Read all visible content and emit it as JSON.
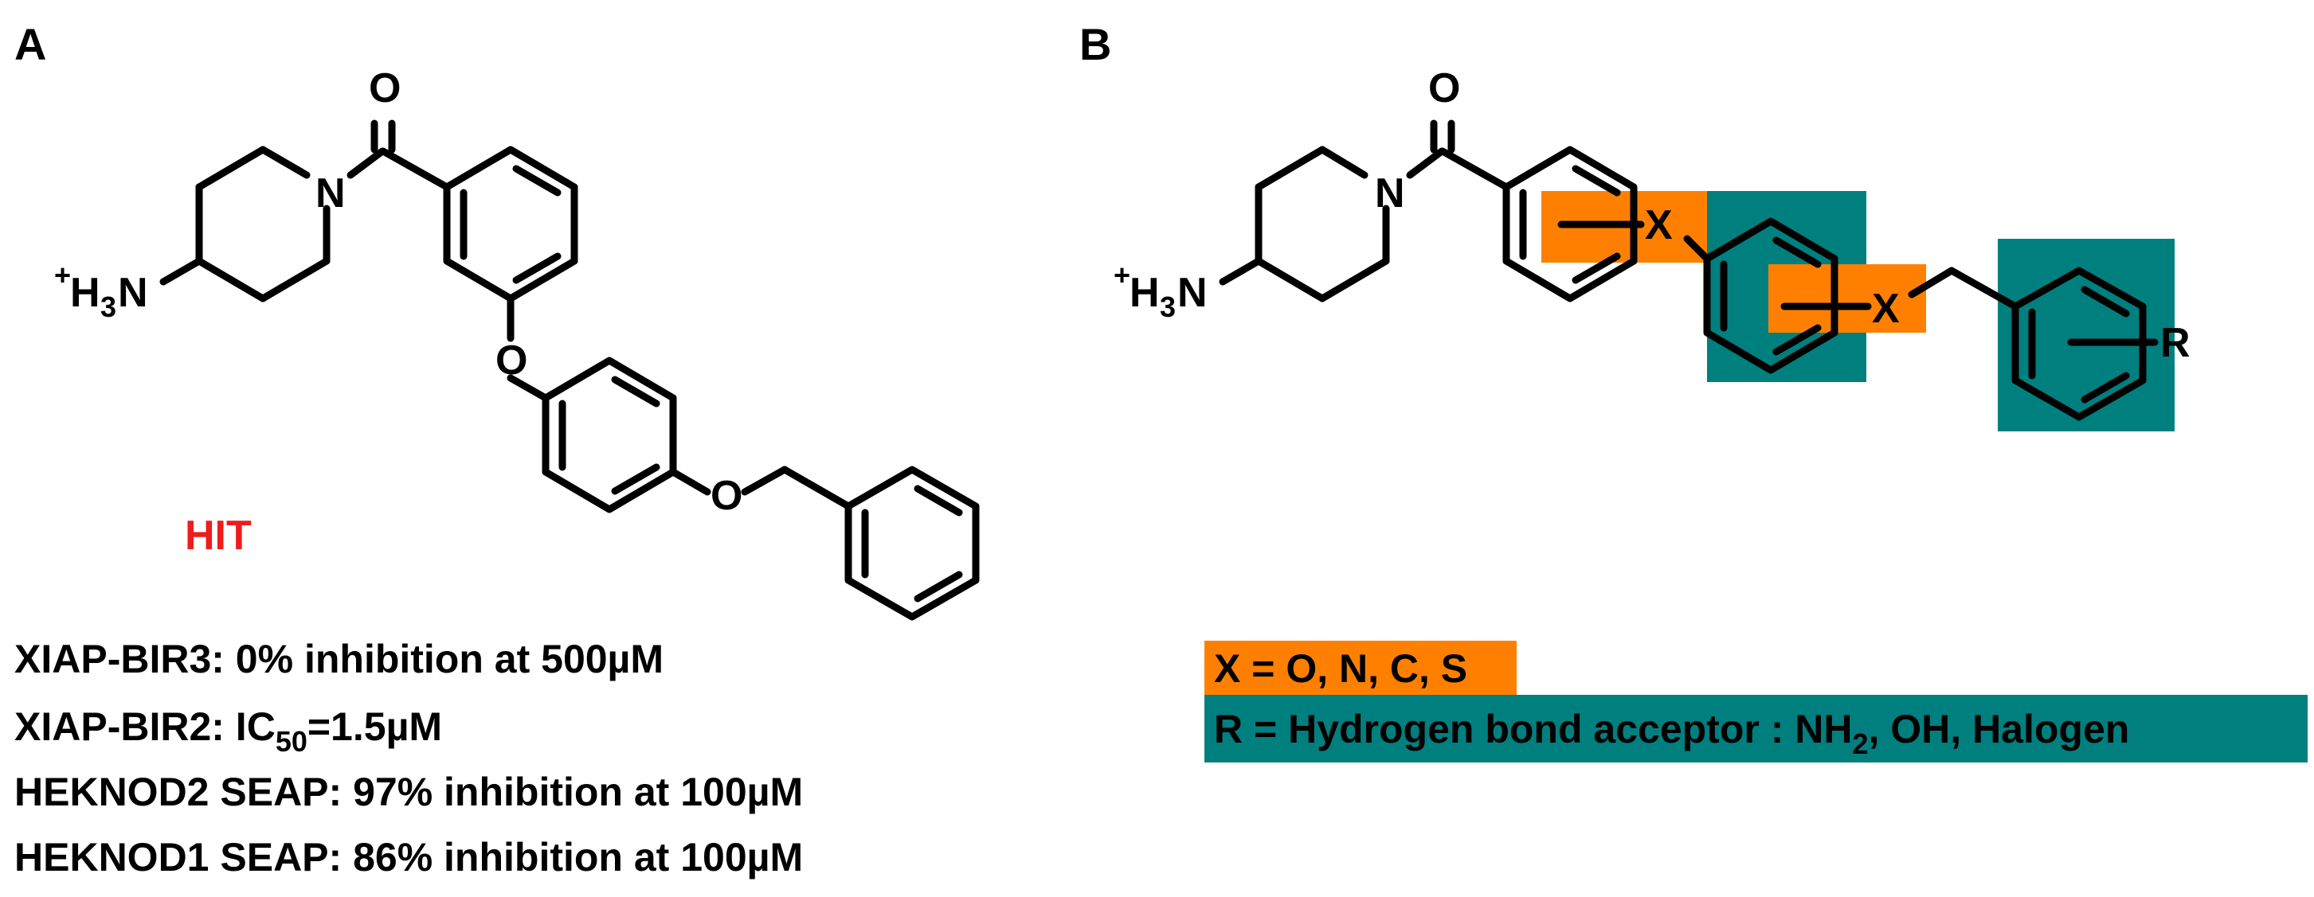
{
  "panels": {
    "a_label": "A",
    "b_label": "B"
  },
  "atoms": {
    "oxygen": "O",
    "nitrogen": "N",
    "amine_plus": "+",
    "amine_h3": "H",
    "amine_sub3": "3",
    "amine_n": "N",
    "x": "X",
    "r": "R"
  },
  "panel_a": {
    "hit_label": "HIT",
    "results": [
      "XIAP-BIR3: 0% inhibition at 500µM",
      {
        "prefix": "XIAP-BIR2: IC",
        "sub": "50",
        "suffix": "=1.5µM"
      },
      "HEKNOD2 SEAP: 97% inhibition at 100µM",
      "HEKNOD1 SEAP: 86% inhibition at 100µM"
    ]
  },
  "panel_b": {
    "legend_x": "X = O, N, C, S",
    "legend_r": {
      "prefix": "R = Hydrogen bond acceptor : NH",
      "sub": "2",
      "suffix": ", OH, Halogen"
    }
  },
  "colors": {
    "orange": "#ff8000",
    "teal": "#007f7f",
    "hit_red": "#ee1c1c"
  },
  "icons": {
    "structure_a": "hit-molecule",
    "structure_b": "scaffold-molecule"
  }
}
